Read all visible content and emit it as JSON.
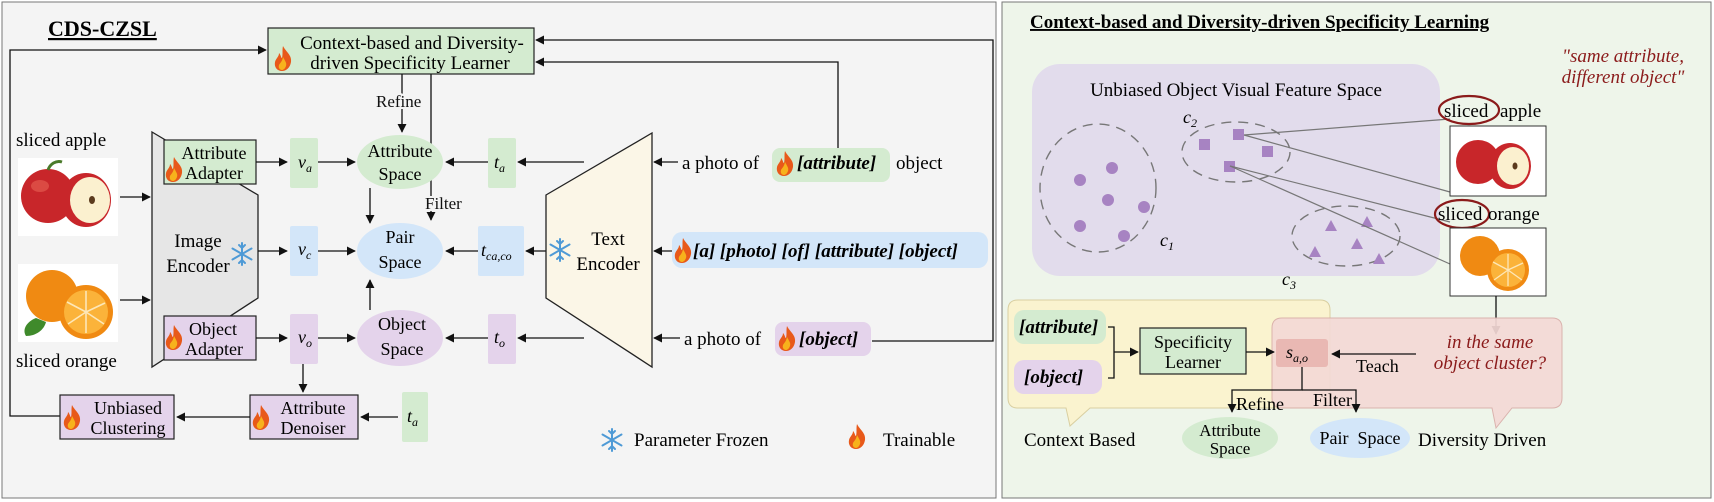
{
  "colors": {
    "leftPanelBg": "#f4f4f4",
    "rightPanelBg": "#eef5ea",
    "greenBox": "#d4ebd0",
    "purpleBox": "#e4d3eb",
    "blueBox": "#d3e6f9",
    "yellowBubble": "#faf3cf",
    "pinkBubble": "#f4d9d6",
    "encoderFill": "#e6e6e6",
    "textEncoderFill": "#fbf6e7",
    "feature": "#a783c2",
    "darkRed": "#8b1b1b",
    "flame": "#e8591a"
  },
  "left": {
    "title": "CDS-CZSL",
    "learner": [
      "Context-based and Diversity-",
      "driven Specificity Learner"
    ],
    "refine": "Refine",
    "filter": "Filter",
    "imageLabels": {
      "apple": "sliced apple",
      "orange": "sliced orange"
    },
    "attributeAdapter": [
      "Attribute",
      "Adapter"
    ],
    "objectAdapter": [
      "Object",
      "Adapter"
    ],
    "imageEncoder": [
      "Image",
      "Encoder"
    ],
    "textEncoder": [
      "Text",
      "Encoder"
    ],
    "features": {
      "va": "v",
      "va_sub": "a",
      "vc": "v",
      "vc_sub": "c",
      "vo": "v",
      "vo_sub": "o",
      "ta": "t",
      "ta_sub": "a",
      "tco": "t",
      "tco_sub": "ca,co",
      "to": "t",
      "to_sub": "o",
      "ta2": "t",
      "ta2_sub": "a"
    },
    "attributeSpace": [
      "Attribute",
      "Space"
    ],
    "pairSpace": [
      "Pair",
      "Space"
    ],
    "objectSpace": [
      "Object",
      "Space"
    ],
    "promptAttrPrefix": "a photo of",
    "promptAttrToken": "[attribute]",
    "promptAttrSuffix": "object",
    "promptFull": "[a] [photo] [of] [attribute] [object]",
    "promptObjPrefix": "a photo of",
    "promptObjToken": "[object]",
    "attributeDenoiser": [
      "Attribute",
      "Denoiser"
    ],
    "unbiasedClustering": [
      "Unbiased",
      "Clustering"
    ],
    "legendFrozen": "Parameter Frozen",
    "legendTrainable": "Trainable"
  },
  "right": {
    "title": "Context-based and Diversity-driven Specificity Learning",
    "featureSpaceTitle": "Unbiased Object Visual Feature Space",
    "quote": [
      "\"same attribute,",
      "different object\""
    ],
    "c1": "c",
    "c1_sub": "1",
    "c2": "c",
    "c2_sub": "2",
    "c3": "c",
    "c3_sub": "3",
    "appleCircled": "sliced",
    "appleRest": "apple",
    "orangeCircled": "sliced",
    "orangeRest": "orange",
    "tagAttribute": "[attribute]",
    "tagObject": "[object]",
    "specLearner": [
      "Specificity",
      "Learner"
    ],
    "score": "s",
    "score_sub": "a,o",
    "teach": "Teach",
    "question": [
      "in the same",
      "object cluster?"
    ],
    "refine": "Refine",
    "filter": "Filter",
    "contextBased": "Context Based",
    "diversityDriven": "Diversity Driven",
    "attrSpace": [
      "Attribute",
      "Space"
    ],
    "pairSpace": "Pair  Space"
  }
}
